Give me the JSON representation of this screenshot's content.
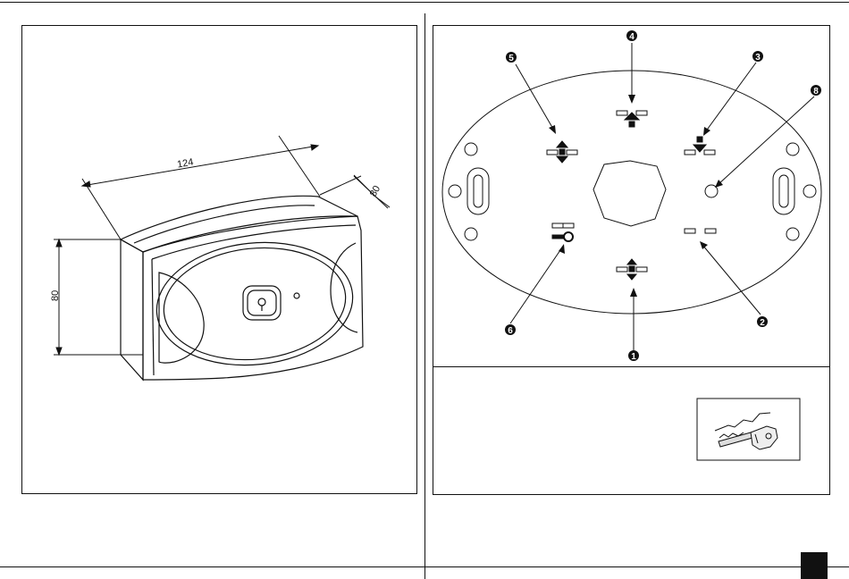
{
  "dimensions": {
    "width": "124",
    "depth": "80",
    "height": "80"
  },
  "callouts": [
    "1",
    "2",
    "3",
    "4",
    "5",
    "6",
    "8"
  ],
  "colors": {
    "ink": "#111111",
    "paper": "#ffffff"
  },
  "icons": {
    "keyhole": "keyhole-icon",
    "key": "key-icon",
    "arrow_up": "arrow-up-icon",
    "arrow_down": "arrow-down-icon",
    "arrow_updown": "arrow-updown-icon",
    "key_symbol": "key-symbol-icon"
  }
}
